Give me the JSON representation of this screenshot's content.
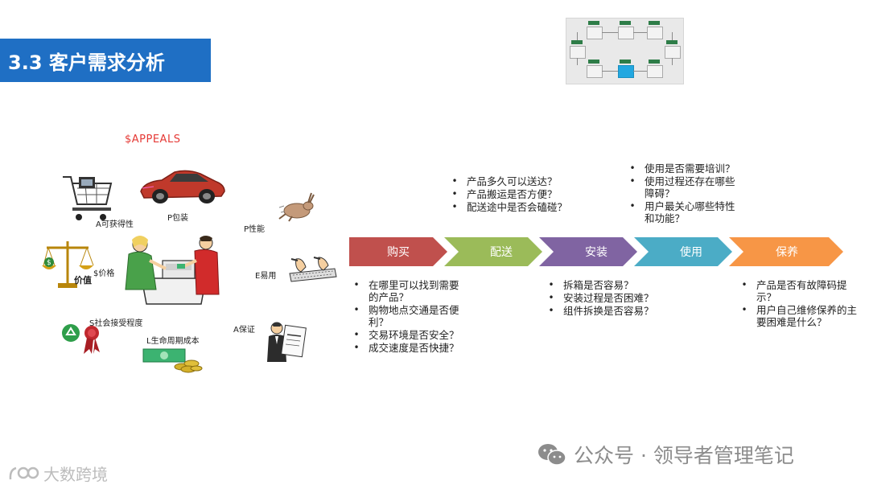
{
  "title": "3.3 客户需求分析",
  "appeals": {
    "title": "$APPEALS",
    "labels": {
      "a_availability": "A可获得性",
      "p_packaging": "P包装",
      "p_performance": "P性能",
      "s_price": "$价格",
      "price_tag": "价值",
      "e_ease": "E易用",
      "s_social": "S社会接受程度",
      "a_assurance": "A保证",
      "l_lifecycle": "L生命周期成本"
    }
  },
  "process": {
    "steps": [
      {
        "label": "购买",
        "color": "#c0504d"
      },
      {
        "label": "配送",
        "color": "#9bbb59"
      },
      {
        "label": "安装",
        "color": "#8064a2"
      },
      {
        "label": "使用",
        "color": "#4bacc6"
      },
      {
        "label": "保养",
        "color": "#f79646"
      }
    ]
  },
  "questions": {
    "purchase": [
      "在哪里可以找到需要的产品？",
      "购物地点交通是否便利？",
      "交易环境是否安全？",
      "成交速度是否快捷？"
    ],
    "delivery": [
      "产品多久可以送达？",
      "产品搬运是否方便？",
      "配送途中是否会磕碰？"
    ],
    "install": [
      "拆箱是否容易？",
      "安装过程是否困难？",
      "组件拆换是否容易？"
    ],
    "use": [
      "使用是否需要培训？",
      "使用过程还存在哪些障碍？",
      "用户最关心哪些特性和功能？"
    ],
    "maintain": [
      "产品是否有故障码提示？",
      "用户自己维修保养的主要困难是什么？"
    ]
  },
  "watermark": {
    "right": "公众号 · 领导者管理笔记",
    "left": "大数跨境"
  }
}
